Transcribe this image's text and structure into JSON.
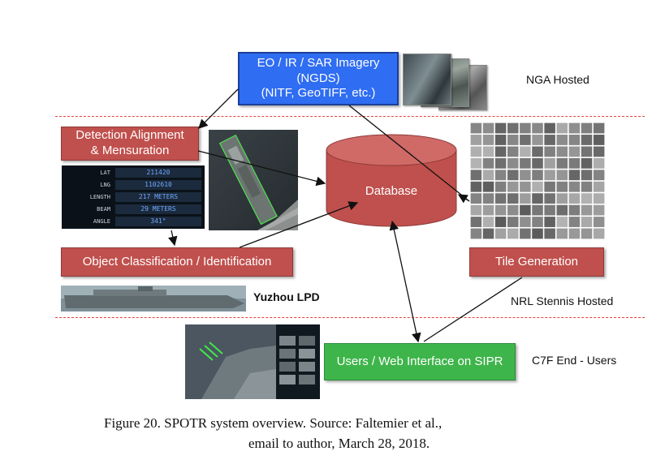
{
  "nodes": {
    "imagery_line1": "EO / IR / SAR Imagery",
    "imagery_line2": "(NGDS)",
    "imagery_line3": "(NITF, GeoTIFF, etc.)",
    "detection_line1": "Detection Alignment",
    "detection_line2": "& Mensuration",
    "classification": "Object Classification / Identification",
    "database": "Database",
    "tile_generation": "Tile Generation",
    "users": "Users / Web Interface on SIPR"
  },
  "labels": {
    "nga_hosted": "NGA Hosted",
    "nrl_hosted": "NRL Stennis Hosted",
    "c7f_users": "C7F End - Users",
    "vessel_name": "Yuzhou LPD"
  },
  "measurements": [
    {
      "label": "LAT",
      "value": "211420"
    },
    {
      "label": "LNG",
      "value": "1102610"
    },
    {
      "label": "LENGTH",
      "value": "217 METERS"
    },
    {
      "label": "BEAM",
      "value": "29 METERS"
    },
    {
      "label": "ANGLE",
      "value": "341°"
    }
  ],
  "caption": {
    "line1": "Figure 20.  SPOTR system overview. Source: Faltemier et al.,",
    "line2": "email to author, March 28, 2018."
  },
  "colors": {
    "red_box": "#c0504d",
    "blue_box": "#2f6df2",
    "green_box": "#3eb54a",
    "database": "#c0504d",
    "divider": "#e2453c"
  }
}
